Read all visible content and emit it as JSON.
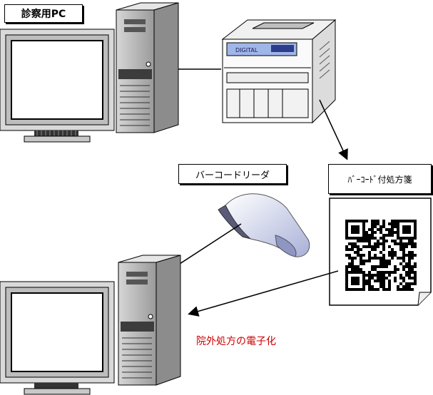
{
  "labels": {
    "pc": "診察用PC",
    "reader": "バーコードリーダ",
    "prescription": "ﾊﾞｰｺｰﾄﾞ付処方箋"
  },
  "caption": "院外処方の電子化",
  "printer_panel_text": "DIGITAL",
  "colors": {
    "caption": "#cc0000",
    "tower": "#c8c8c8",
    "tower_dark": "#4a4a4a",
    "printer_panel": "#9fb6e8",
    "reader_body": "#dfe3f4",
    "reader_cap": "#5a5a7a"
  }
}
